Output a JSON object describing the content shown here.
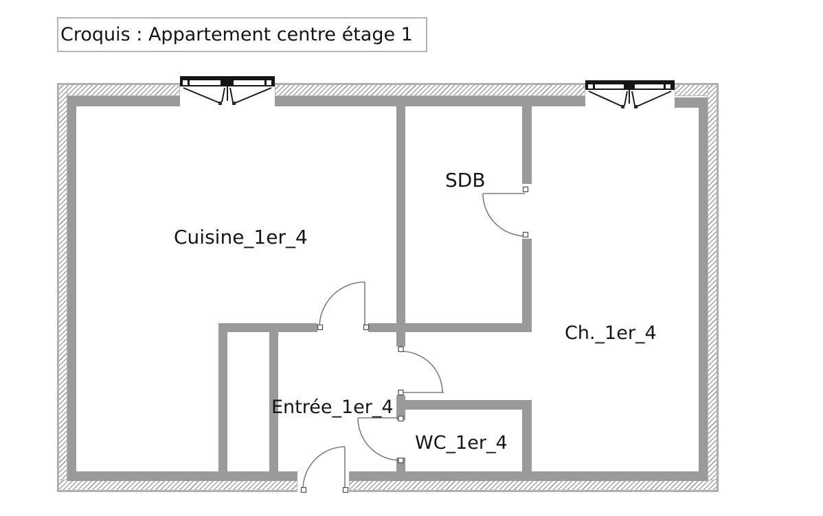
{
  "title": "Croquis : Appartement centre étage 1",
  "rooms": {
    "cuisine": {
      "label": "Cuisine_1er_4"
    },
    "sdb": {
      "label": "SDB"
    },
    "chambre": {
      "label": "Ch._1er_4"
    },
    "entree": {
      "label": "Entrée_1er_4"
    },
    "wc": {
      "label": "WC_1er_4"
    }
  },
  "colors": {
    "wall": "#9a9a9a",
    "hatch_line": "#a3a3a3",
    "outline": "#acacac",
    "door_line": "#7d7d7d",
    "window": "#151515",
    "text": "#151515",
    "title_border": "#b3b3b3"
  }
}
